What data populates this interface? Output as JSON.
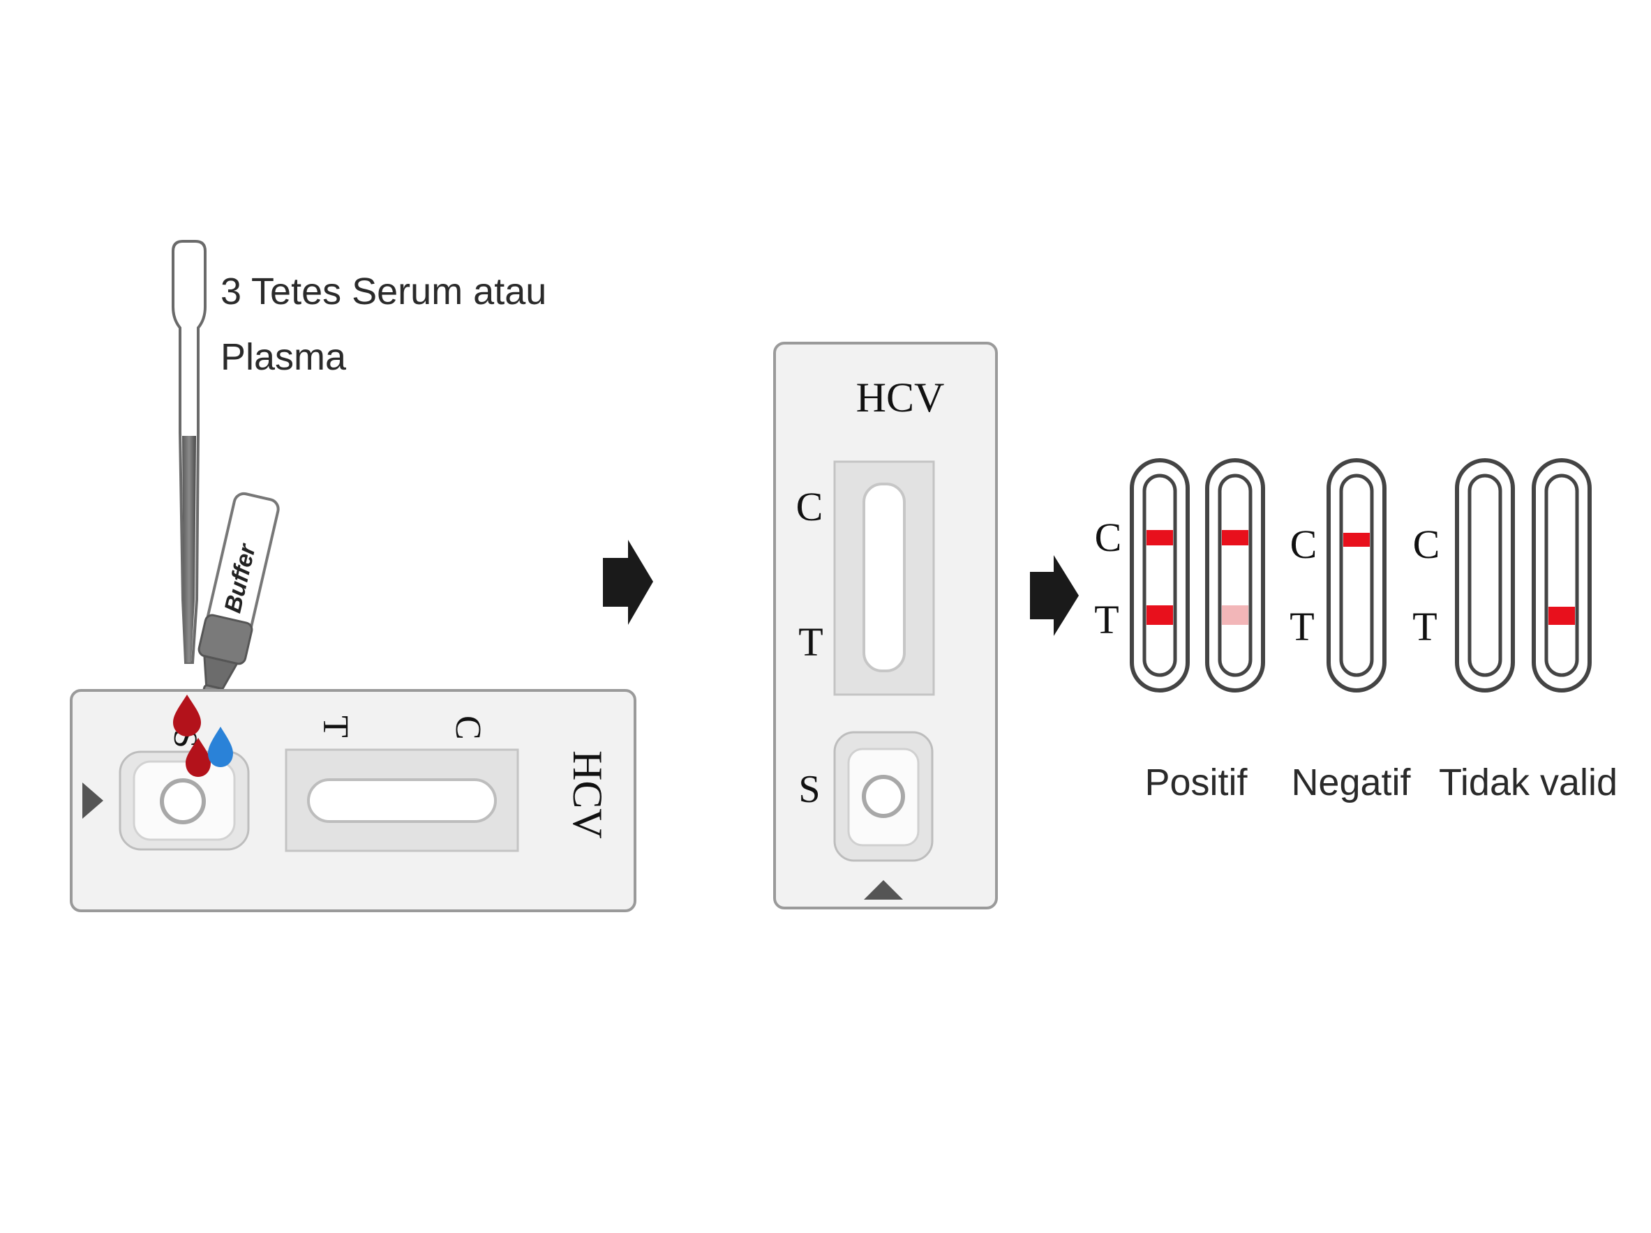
{
  "instruction": {
    "line1": "3 Tetes Serum atau",
    "line2": "Plasma"
  },
  "dropper": {
    "label": "Buffer"
  },
  "cassette_horizontal": {
    "brand": "HCV",
    "sample_label": "S",
    "test_label": "T",
    "control_label": "C"
  },
  "cassette_vertical": {
    "brand": "HCV",
    "control_label": "C",
    "test_label": "T",
    "sample_label": "S"
  },
  "results": {
    "positif": {
      "label": "Positif",
      "control_label": "C",
      "test_label": "T"
    },
    "negatif": {
      "label": "Negatif",
      "control_label": "C",
      "test_label": "T"
    },
    "tidak_valid": {
      "label": "Tidak valid",
      "control_label": "C",
      "test_label": "T"
    }
  },
  "colors": {
    "band_red": "#e8101c",
    "band_faint": "#f2b6b8",
    "blood": "#b3121b",
    "buffer_drop": "#2a82d8",
    "cassette_fill": "#f2f2f2",
    "cassette_stroke": "#9a9a9a",
    "arrow": "#1a1a1a"
  },
  "icons": [
    "pipette-icon",
    "buffer-dropper-icon",
    "blood-drop-icon",
    "buffer-drop-icon",
    "arrow-right-icon",
    "triangle-marker-icon"
  ]
}
